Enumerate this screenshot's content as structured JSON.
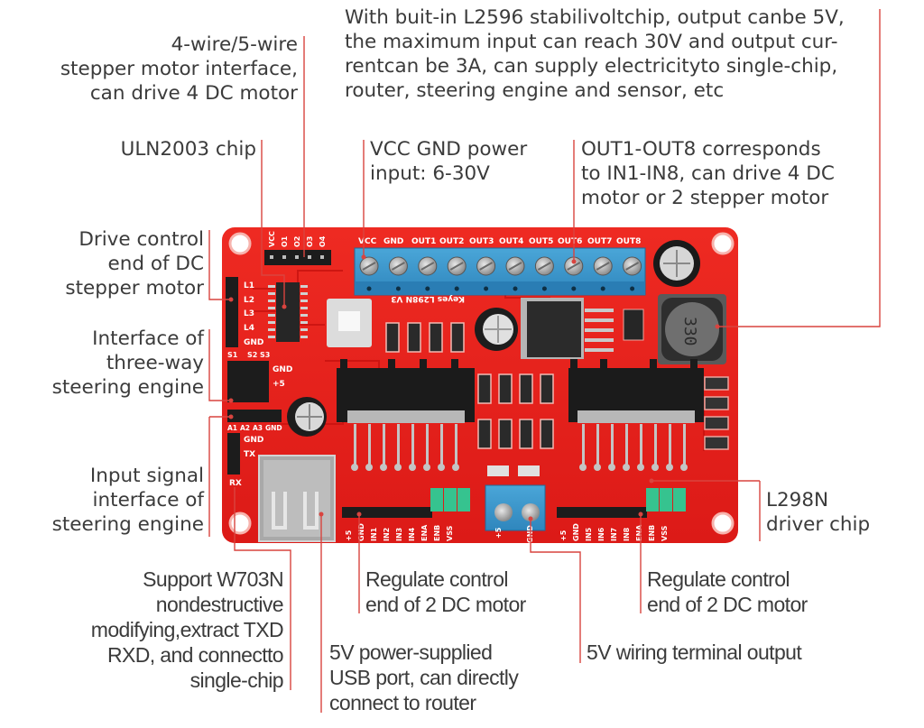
{
  "title": "L298N V3 Keyes motor driver board annotated diagram",
  "accent_color": "#d9443f",
  "board_color": "#e8211f",
  "annotations": {
    "l2596": [
      "With buit-in L2596 stabilivoltchip, output canbe 5V,",
      "the maximum input can reach 30V and output cur-",
      "rentcan be 3A, can supply electricityto single-chip,",
      "router, steering engine and sensor, etc"
    ],
    "stepper_interface": [
      "4-wire/5-wire",
      "stepper motor interface,",
      "can drive 4 DC motor"
    ],
    "uln2003": [
      "ULN2003 chip"
    ],
    "vcc_gnd": [
      "VCC GND power",
      "input: 6-30V"
    ],
    "out1_out8": [
      "OUT1-OUT8 corresponds",
      "to IN1-IN8, can drive 4 DC",
      "motor or 2 stepper motor"
    ],
    "drive_control": [
      "Drive control",
      "end of DC",
      "stepper motor"
    ],
    "three_way": [
      "Interface of",
      "three-way",
      "steering engine"
    ],
    "input_signal": [
      "Input signal",
      "interface of",
      "steering engine"
    ],
    "l298n": [
      "L298N",
      "driver chip"
    ],
    "w703n": [
      "Support W703N",
      "nondestructive",
      "modifying,extract TXD",
      "RXD, and connectto",
      "single-chip"
    ],
    "regulate_left": [
      "Regulate control",
      "end of 2 DC motor"
    ],
    "regulate_right": [
      "Regulate control",
      "end of 2 DC motor"
    ],
    "usb_port": [
      "5V power-supplied",
      "USB port, can directly",
      "connect to router"
    ],
    "wiring_terminal": [
      "5V wiring terminal output"
    ]
  },
  "silkscreen": {
    "top_header": [
      "VCC",
      "O1",
      "O2",
      "O3",
      "O4"
    ],
    "terminal_labels": [
      "VCC",
      "GND",
      "OUT1",
      "OUT2",
      "OUT3",
      "OUT4",
      "OUT5",
      "OUT6",
      "OUT7",
      "OUT8"
    ],
    "left_pins": [
      "L1",
      "L2",
      "L3",
      "L4",
      "GND"
    ],
    "servo_cols": [
      "S1",
      "S2",
      "S3"
    ],
    "servo_rows": [
      "GND",
      "+5"
    ],
    "analog_pins": [
      "A1",
      "A2",
      "A3",
      "GND"
    ],
    "serial_pins": [
      "GND",
      "TX",
      "RX"
    ],
    "bottom_left_pins": [
      "+5",
      "GND",
      "IN1",
      "IN2",
      "IN3",
      "IN4",
      "ENA",
      "ENB",
      "VSS"
    ],
    "bottom_right_pins": [
      "+5",
      "GND",
      "IN5",
      "IN6",
      "IN7",
      "IN8",
      "ENA",
      "ENB",
      "VSS"
    ],
    "power_terminal": [
      "+5",
      "GND"
    ],
    "board_name": "Keyes L298N V3",
    "inductor_marking": "330"
  }
}
